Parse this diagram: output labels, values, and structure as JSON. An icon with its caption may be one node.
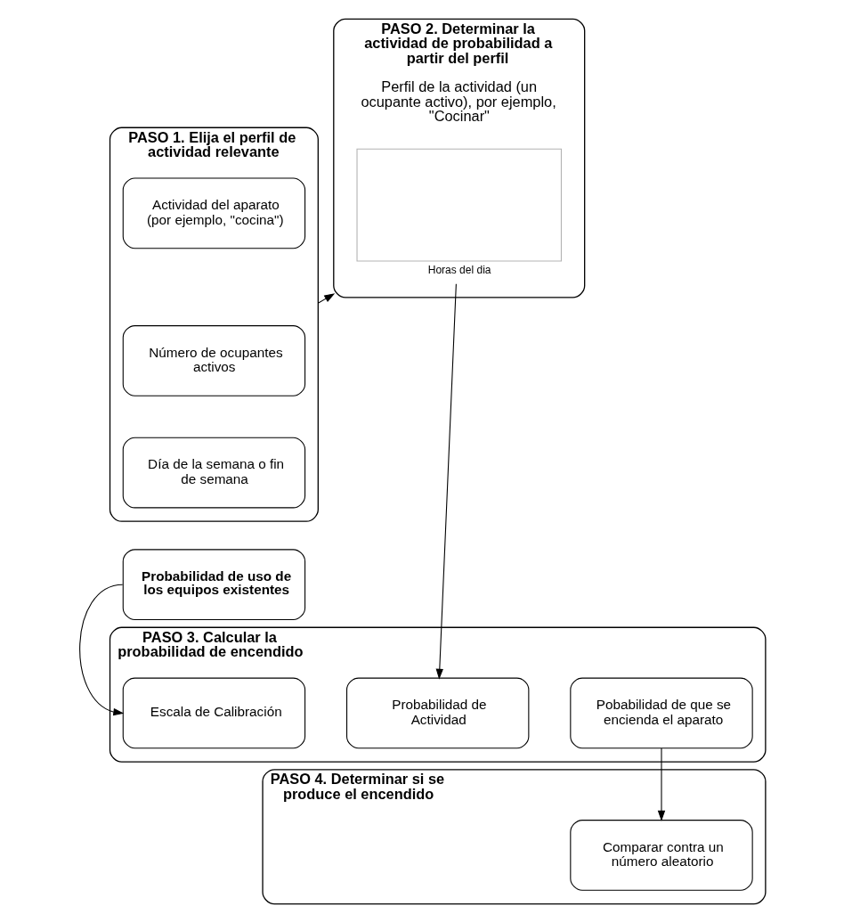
{
  "diagram": {
    "nodes": [
      {
        "text": [
          "PASO 1. Elija el perfil de actividad relevante"
        ]
      },
      {
        "text": [
          "Actividad del aparato (por ejemplo, \"cocina\")"
        ],
        "in": 0
      },
      {
        "text": [
          "Número de ocupantes activos"
        ],
        "in": 0
      },
      {
        "text": [
          "Día de la semana o fin de semana"
        ],
        "in": 0
      },
      {
        "text": [
          "PASO 2. Determinar la actividad de probabilidad a partir del perfil",
          "Perfil de la actividad (un ocupante activo), por ejemplo, \"Cocinar\""
        ]
      },
      {
        "text": [],
        "shape": "box",
        "in": 4,
        "beside": [
          "Horas del dia"
        ]
      },
      {
        "text": [
          "Probabilidad de uso de los equipos existentes"
        ]
      },
      {
        "text": [
          "PASO 3. Calcular la probabilidad de encendido"
        ]
      },
      {
        "text": [
          "Escala de Calibración"
        ],
        "in": 7
      },
      {
        "text": [
          "Probabilidad de Actividad"
        ],
        "in": 7
      },
      {
        "text": [
          "Pobabilidad de que se encienda el aparato"
        ],
        "in": 7
      },
      {
        "text": [
          "PASO 4. Determinar si se produce el encendido"
        ]
      },
      {
        "text": [
          "Comparar contra un número aleatorio"
        ],
        "in": 11
      }
    ],
    "edges": [
      {
        "from": 0,
        "to": 4,
        "arrow": "to"
      },
      {
        "from": 5,
        "to": 9,
        "arrow": "to"
      },
      {
        "from": 6,
        "to": 8,
        "arrow": "to"
      },
      {
        "from": 10,
        "to": 12,
        "arrow": "to"
      }
    ]
  }
}
